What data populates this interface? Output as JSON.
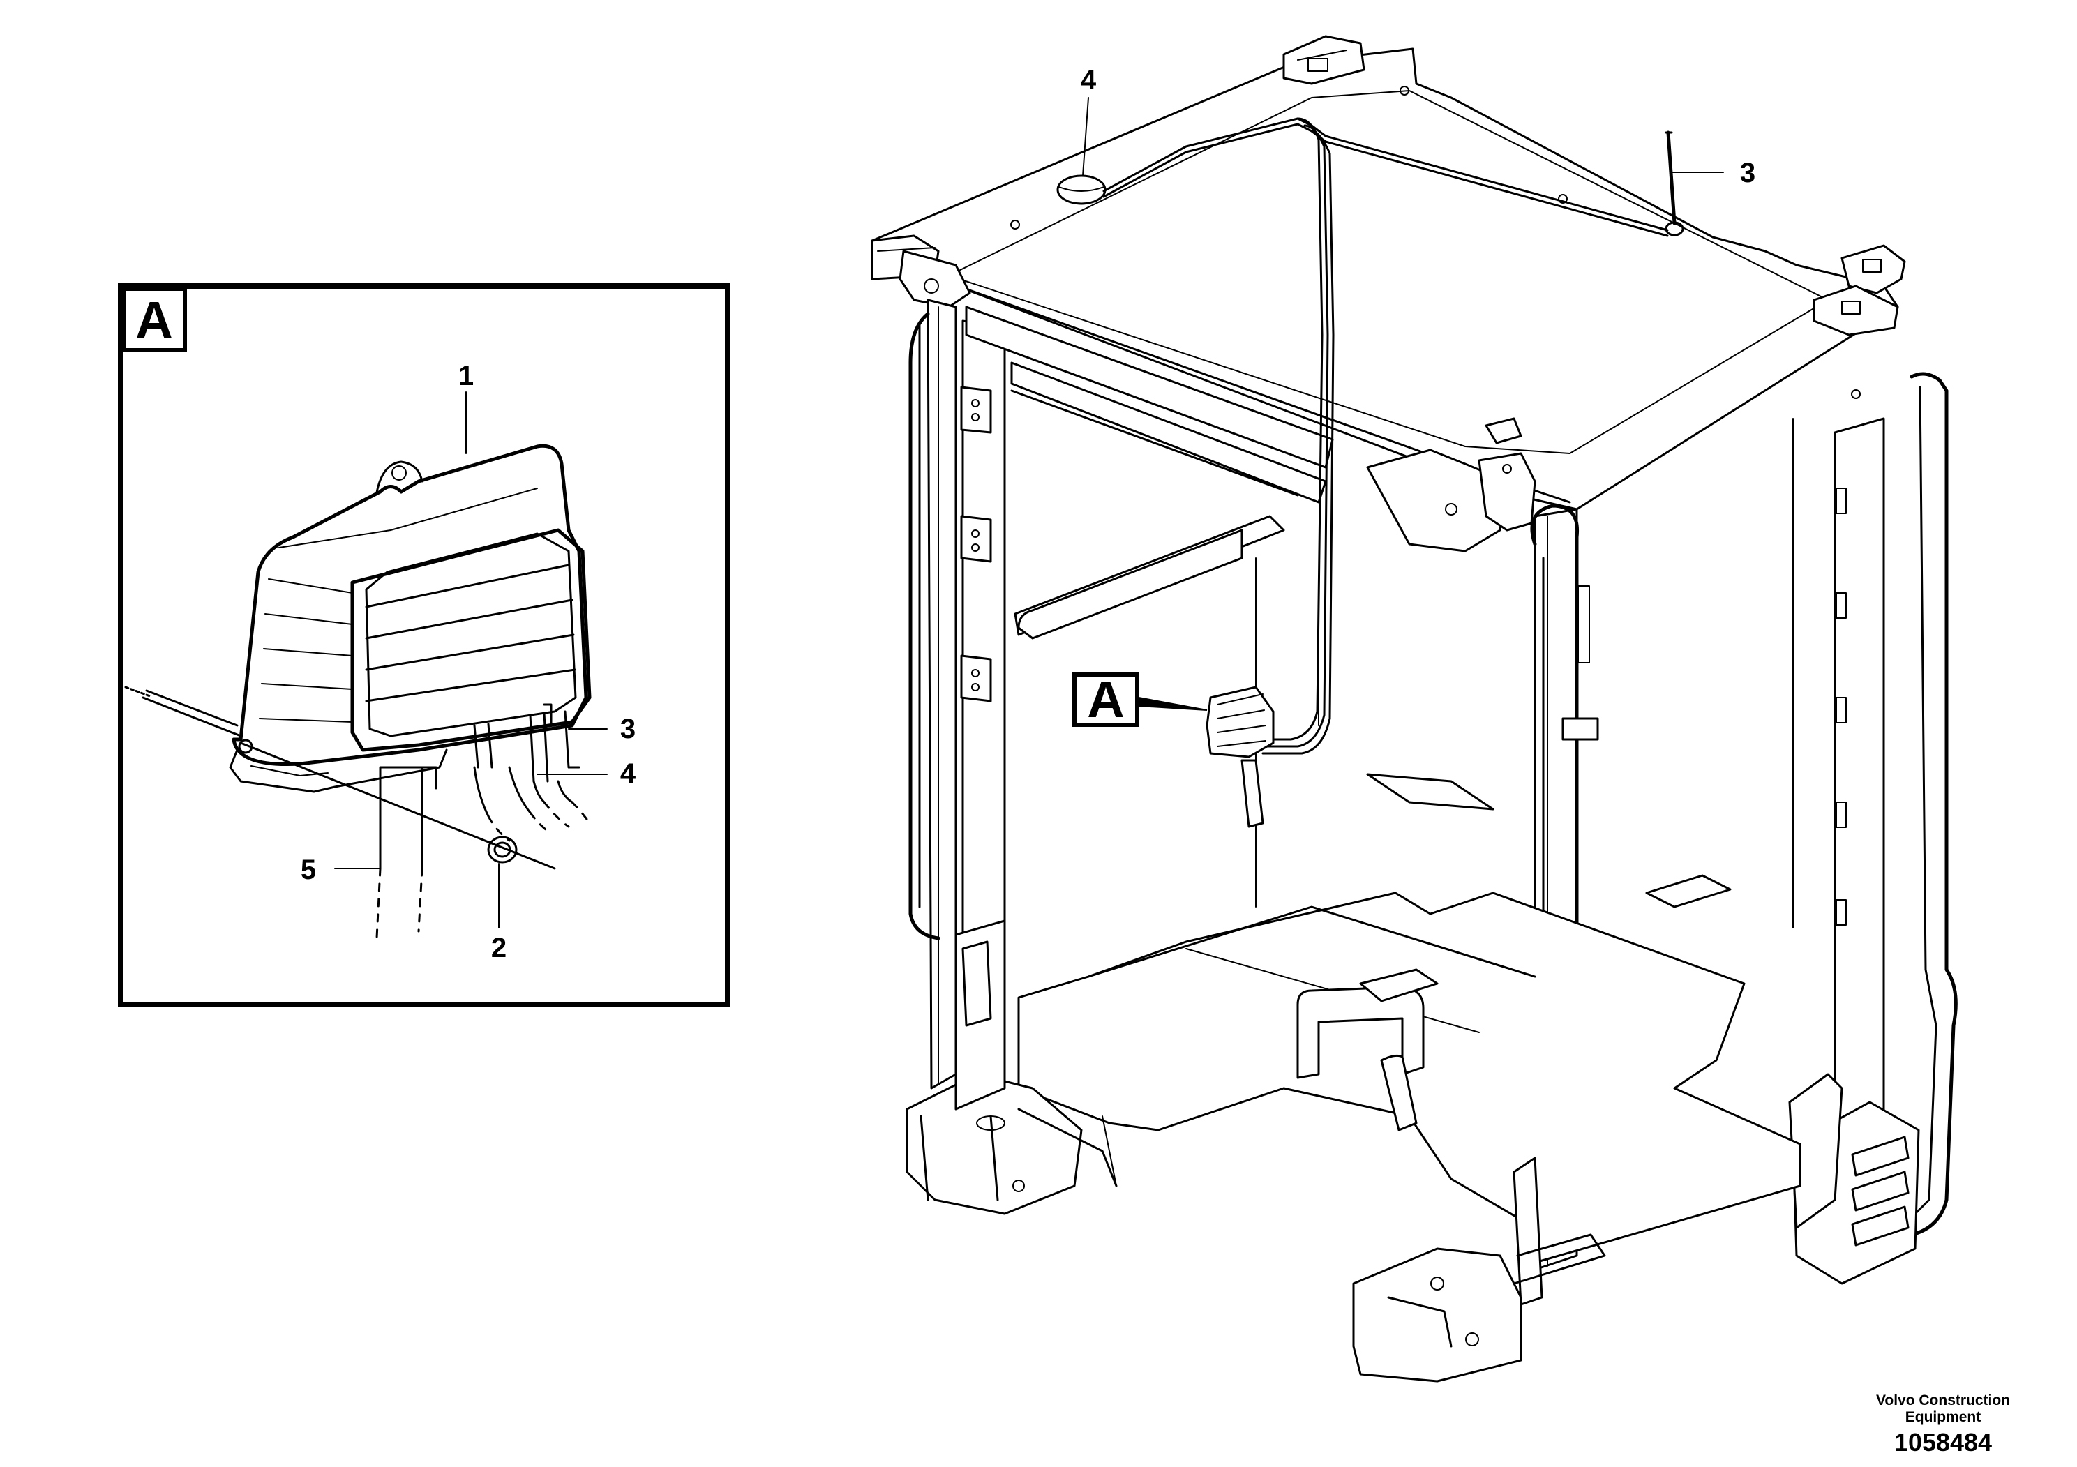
{
  "detail_view": {
    "label": "A",
    "callouts": {
      "part_1": "1",
      "part_2": "2",
      "part_3": "3",
      "part_4": "4",
      "part_5": "5"
    }
  },
  "main_view": {
    "callouts": {
      "part_3": "3",
      "part_4": "4"
    },
    "detail_reference": "A"
  },
  "footer": {
    "company": "Volvo Construction Equipment",
    "drawing_number": "1058484"
  }
}
